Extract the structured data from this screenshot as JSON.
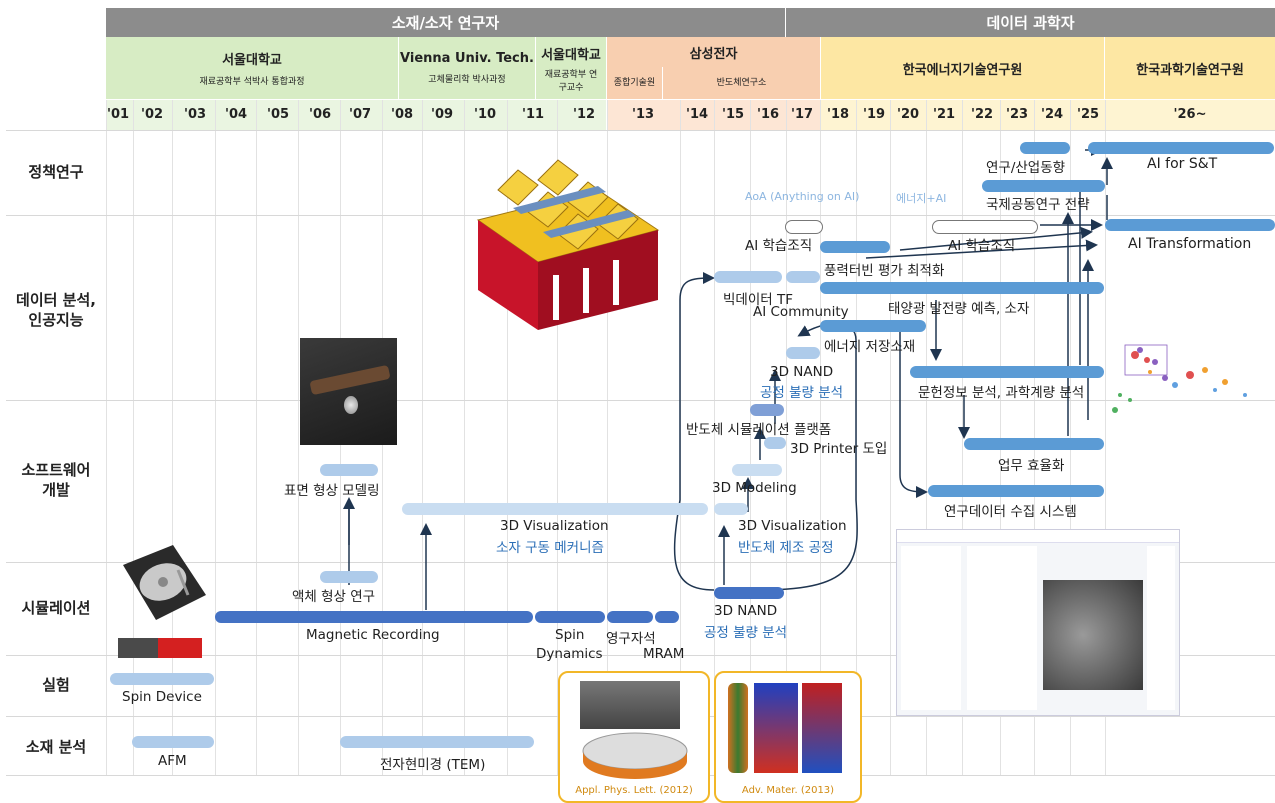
{
  "header": {
    "group1": "소재/소자 연구자",
    "group2": "데이터 과학자",
    "institutions": [
      {
        "name": "서울대학교",
        "sub": "재료공학부 석박사 통합과정",
        "color": "#d7ecc4"
      },
      {
        "name": "Vienna Univ. Tech.",
        "sub": "고체물리학 박사과정",
        "color": "#d7ecc4"
      },
      {
        "name": "서울대학교",
        "sub": "재료공학부 연구교수",
        "color": "#d7ecc4"
      },
      {
        "name": "삼성전자",
        "sub1": "종합기술원",
        "sub2": "반도체연구소",
        "color": "#f8cfb0"
      },
      {
        "name": "한국에너지기술연구원",
        "color": "#fde7a3"
      },
      {
        "name": "한국과학기술연구원",
        "color": "#fde7a3"
      }
    ],
    "years": [
      "'01",
      "'02",
      "'03",
      "'04",
      "'05",
      "'06",
      "'07",
      "'08",
      "'09",
      "'10",
      "'11",
      "'12",
      "'13",
      "'14",
      "'15",
      "'16",
      "'17",
      "'18",
      "'19",
      "'20",
      "'21",
      "'22",
      "'23",
      "'24",
      "'25",
      "'26~"
    ]
  },
  "rows": {
    "policy": "정책연구",
    "data_ai_1": "데이터 분석,",
    "data_ai_2": "인공지능",
    "software_1": "소프트웨어",
    "software_2": "개발",
    "simulation": "시뮬레이션",
    "experiment": "실험",
    "materials": "소재 분석"
  },
  "labels": {
    "ai_for_st": "AI for S&T",
    "research_trend": "연구/산업동향",
    "intl_strategy": "국제공동연구 전략",
    "aoa": "AoA (Anything on AI)",
    "energy_ai": "에너지+AI",
    "ai_org_1": "AI 학습조직",
    "ai_org_2": "AI 학습조직",
    "ai_transformation": "AI Transformation",
    "wind": "풍력터빈 평가 최적화",
    "bigdata": "빅데이터 TF",
    "ai_community": "AI Community",
    "solar": "태양광 발전량 예측, 소자",
    "energy_storage": "에너지 저장소재",
    "nand_data_1": "3D NAND",
    "nand_data_2": "공정 불량 분석",
    "literature": "문헌정보 분석, 과학계량 분석",
    "semi_sim_platform": "반도체 시뮬레이션 플랫폼",
    "printer": "3D Printer 도입",
    "work_eff": "업무 효율화",
    "surface": "표면 형상 모델링",
    "modeling": "3D Modeling",
    "research_data": "연구데이터 수집 시스템",
    "vis1_1": "3D Visualization",
    "vis1_2": "소자 구동 메커니즘",
    "vis2_1": "3D Visualization",
    "vis2_2": "반도체 제조 공정",
    "liquid": "액체 형상 연구",
    "magnetic": "Magnetic Recording",
    "spin_dyn_1": "Spin",
    "spin_dyn_2": "Dynamics",
    "perm": "영구자석",
    "mram": "MRAM",
    "nand_sim_1": "3D NAND",
    "nand_sim_2": "공정 불량 분석",
    "spin_device": "Spin Device",
    "afm": "AFM",
    "tem": "전자현미경 (TEM)",
    "pub1": "Appl. Phys. Lett. (2012)",
    "pub2": "Adv. Mater. (2013)"
  },
  "colors": {
    "header_gray": "#8c8c8c",
    "bar_dark": "#4472c4",
    "bar_mid": "#5b9bd5",
    "bar_light": "#aecbea",
    "bar_pale": "#c9ddf1",
    "pub_border": "#f2b728"
  }
}
